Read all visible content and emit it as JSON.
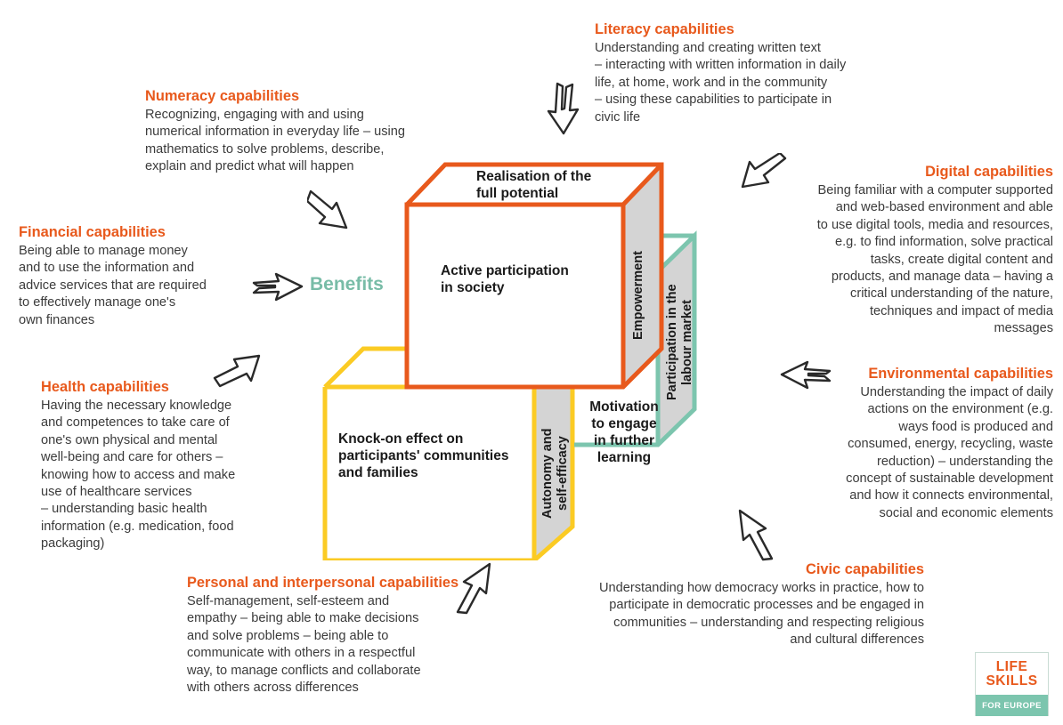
{
  "diagram": {
    "title": "Life skills capabilities and benefits cube",
    "colors": {
      "orange": "#E8591C",
      "yellow": "#FBCB24",
      "teal": "#7CC5AE",
      "gray_face": "#D4D4D4",
      "text": "#3b3b3b"
    }
  },
  "capabilities": [
    {
      "id": "literacy",
      "title": "Literacy capabilities",
      "body": "Understanding and creating written text\n– interacting with written information in daily\nlife, at home, work and in the community\n– using these capabilities to participate in\ncivic life",
      "align": "left"
    },
    {
      "id": "numeracy",
      "title": "Numeracy capabilities",
      "body": "Recognizing, engaging with and using\nnumerical information in everyday life – using\nmathematics to solve problems, describe,\nexplain and predict what will happen",
      "align": "left"
    },
    {
      "id": "financial",
      "title": "Financial capabilities",
      "body": "Being able to manage money\nand to use the information and\nadvice services that are required\nto effectively manage one's\nown finances",
      "align": "left"
    },
    {
      "id": "health",
      "title": "Health capabilities",
      "body": "Having the necessary knowledge\nand competences to take care of\none's own physical and mental\nwell-being and care for others –\nknowing how to access and make\nuse of healthcare services\n– understanding basic health\ninformation (e.g. medication, food\npackaging)",
      "align": "left"
    },
    {
      "id": "personal",
      "title": "Personal and interpersonal\ncapabilities",
      "body": "Self-management, self-esteem and\nempathy – being able to make decisions\nand solve problems – being able to\ncommunicate with others in a respectful\nway, to manage conflicts and collaborate\nwith others across differences",
      "align": "left"
    },
    {
      "id": "digital",
      "title": "Digital capabilities",
      "body": "Being familiar with a computer supported\nand web-based environment and able\nto use digital tools, media and resources,\ne.g. to find information, solve practical\ntasks, create digital content and\nproducts, and manage data – having a\ncritical understanding of the nature,\ntechniques and impact of media\nmessages",
      "align": "right"
    },
    {
      "id": "environmental",
      "title": "Environmental capabilities",
      "body": "Understanding the impact of daily\nactions on the environment (e.g.\nways food is produced and\nconsumed, energy, recycling, waste\nreduction) – understanding the\nconcept of sustainable development\nand how it connects environmental,\nsocial and economic elements",
      "align": "right"
    },
    {
      "id": "civic",
      "title": "Civic capabilities",
      "body": "Understanding how democracy works in practice, how to\nparticipate in democratic processes and be engaged in\ncommunities – understanding and respecting religious\nand cultural differences",
      "align": "right"
    }
  ],
  "cube": {
    "benefits_label": "Benefits",
    "top_face": "Realisation of the\nfull potential",
    "front_upper_face": "Active participation\nin society",
    "right_upper_face": "Empowerment",
    "front_lower_face": "Knock-on effect on\nparticipants' communities\nand families",
    "mid_side_face": "Autonomy and\nself-efficacy",
    "lower_right_face": "Motivation\nto engage\nin further\nlearning",
    "far_right_face": "Participation in the\nlabour market"
  },
  "logo": {
    "line1": "LIFE",
    "line2": "SKILLS",
    "line3": "FOR EUROPE"
  }
}
